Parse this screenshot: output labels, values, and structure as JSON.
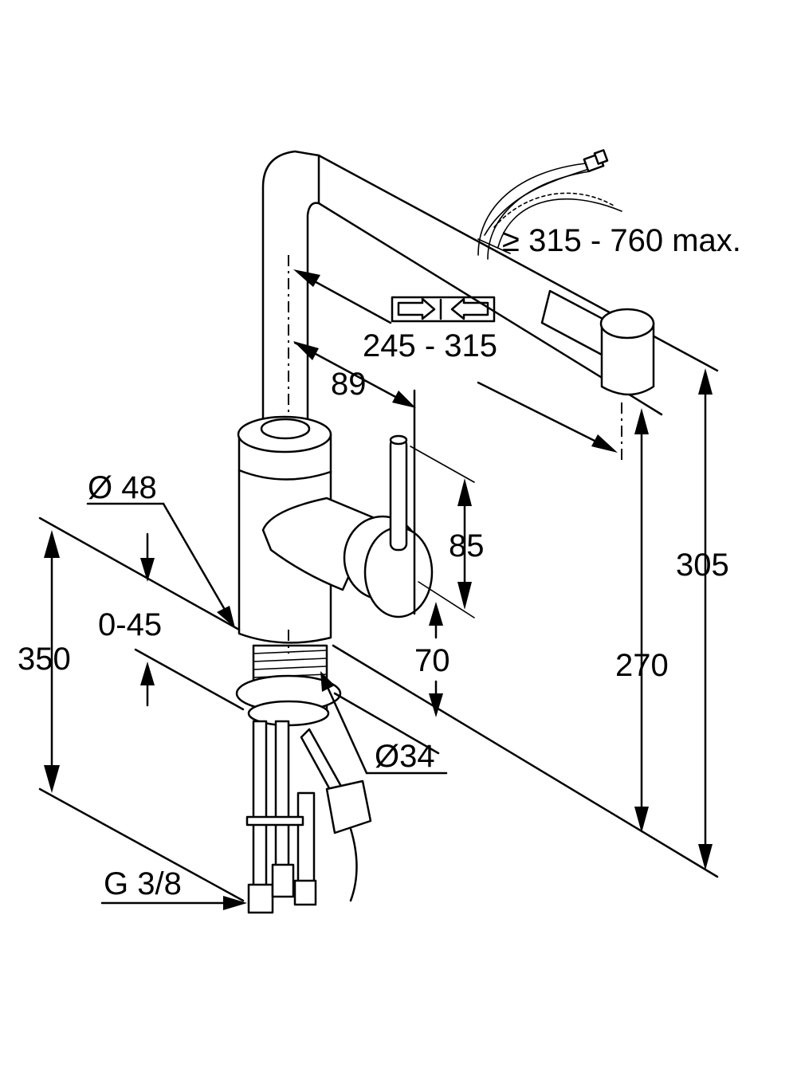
{
  "labels": {
    "hose_length": "≥ 315 - 760 max.",
    "swivel_range": "245 - 315",
    "spout_offset": "89",
    "lever_height": "85",
    "spout_height_total": "305",
    "outlet_height": "270",
    "body_diameter": "Ø 48",
    "deck_thickness": "0-45",
    "overall_height": "350",
    "lever_clearance": "70",
    "shank_diameter": "Ø34",
    "connection_thread": "G 3/8"
  },
  "icons": {
    "swivel_symbol": "pull-out-arrows-icon",
    "hose": "braided-hose-icon"
  }
}
